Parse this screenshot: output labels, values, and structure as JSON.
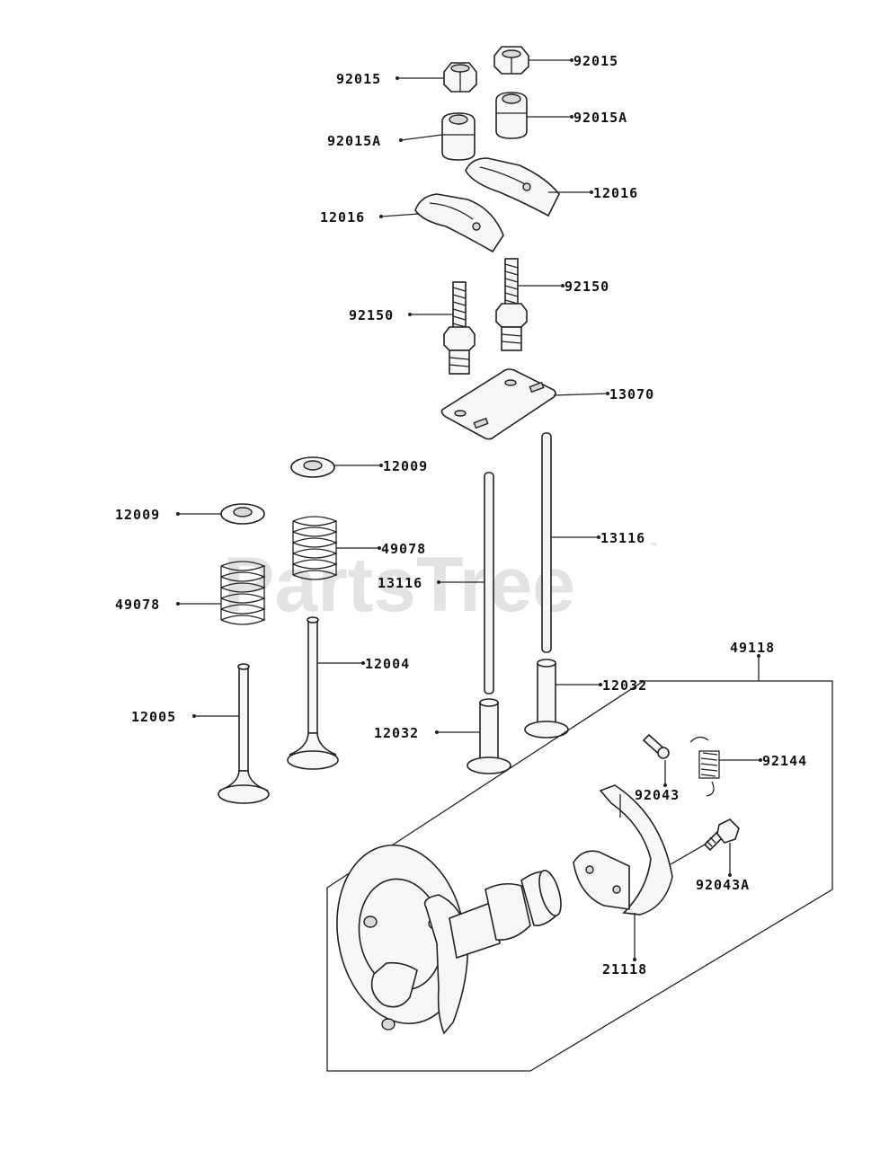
{
  "watermark": {
    "text": "PartsTree",
    "trademark": "™"
  },
  "labels": {
    "p92015_a": "92015",
    "p92015_b": "92015",
    "p92015A_a": "92015A",
    "p92015A_b": "92015A",
    "p12016_a": "12016",
    "p12016_b": "12016",
    "p92150_a": "92150",
    "p92150_b": "92150",
    "p13070": "13070",
    "p12009_a": "12009",
    "p12009_b": "12009",
    "p49078_a": "49078",
    "p49078_b": "49078",
    "p13116_a": "13116",
    "p13116_b": "13116",
    "p12004": "12004",
    "p12005": "12005",
    "p12032_a": "12032",
    "p12032_b": "12032",
    "p49118": "49118",
    "p92043": "92043",
    "p92144": "92144",
    "p92043A": "92043A",
    "p21118": "21118"
  }
}
